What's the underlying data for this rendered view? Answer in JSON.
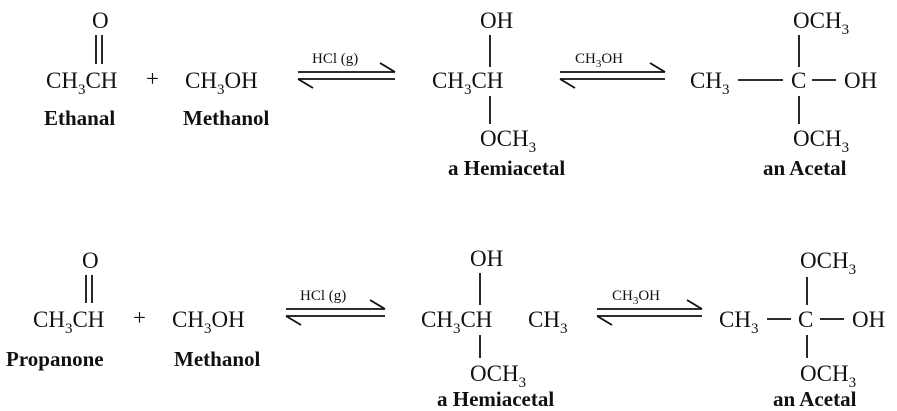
{
  "reactions": [
    {
      "carbonyl": {
        "o": "O",
        "main": "CH",
        "sub": "3",
        "tail": "CH",
        "label": "Ethanal"
      },
      "plus": "+",
      "alcohol": {
        "pre": "CH",
        "sub": "3",
        "post": "OH",
        "label": "Methanol"
      },
      "step1_condition": "HCl (g)",
      "hemiacetal": {
        "top": "OH",
        "pre": "CH",
        "sub": "3",
        "post": "CH",
        "bottom_pre": "OCH",
        "bottom_sub": "3",
        "label": "a Hemiacetal"
      },
      "step2_condition": {
        "pre": "CH",
        "sub": "3",
        "post": "OH"
      },
      "acetal": {
        "top_pre": "OCH",
        "top_sub": "3",
        "left_pre": "CH",
        "left_sub": "3",
        "center": "C",
        "right": "OH",
        "bottom_pre": "OCH",
        "bottom_sub": "3",
        "label": "an Acetal"
      }
    },
    {
      "carbonyl": {
        "o": "O",
        "main": "CH",
        "sub": "3",
        "tail": "CH",
        "label": "Propanone"
      },
      "plus": "+",
      "alcohol": {
        "pre": "CH",
        "sub": "3",
        "post": "OH",
        "label": "Methanol"
      },
      "step1_condition": "HCl (g)",
      "hemiacetal": {
        "top": "OH",
        "pre": "CH",
        "sub": "3",
        "post": "CH",
        "extra_pre": "CH",
        "extra_sub": "3",
        "bottom_pre": "OCH",
        "bottom_sub": "3",
        "label": "a Hemiacetal"
      },
      "step2_condition": {
        "pre": "CH",
        "sub": "3",
        "post": "OH"
      },
      "acetal": {
        "top_pre": "OCH",
        "top_sub": "3",
        "left_pre": "CH",
        "left_sub": "3",
        "center": "C",
        "right": "OH",
        "bottom_pre": "OCH",
        "bottom_sub": "3",
        "label": "an Acetal"
      }
    }
  ]
}
